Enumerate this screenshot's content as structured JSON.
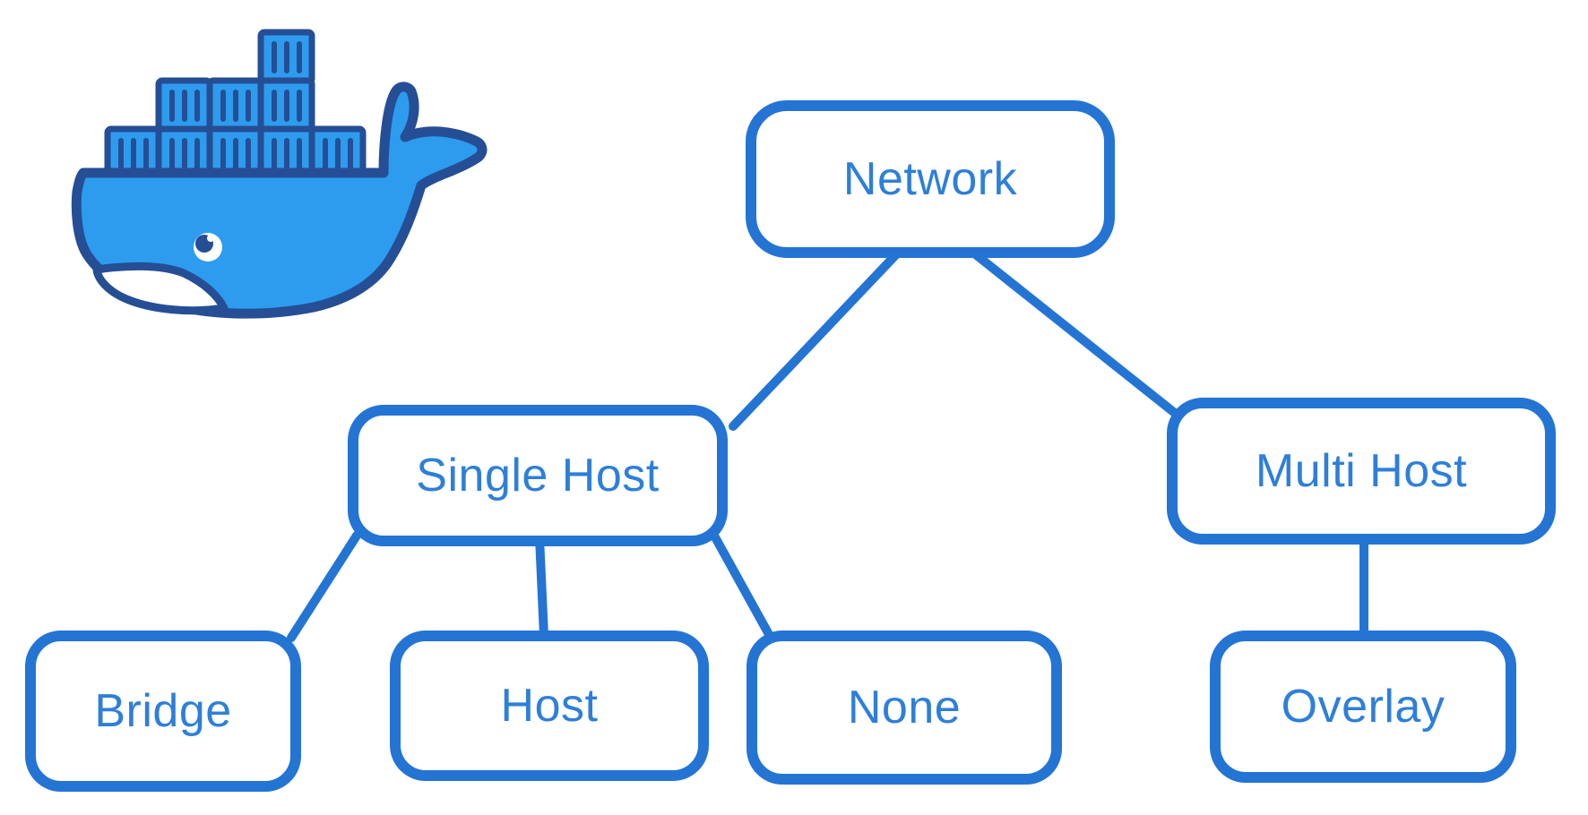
{
  "diagram": {
    "type": "tree",
    "topic": "Docker network drivers"
  },
  "logo": {
    "icon": "docker-whale-icon",
    "container_count": 9
  },
  "nodes": {
    "network": {
      "label": "Network"
    },
    "single_host": {
      "label": "Single Host"
    },
    "multi_host": {
      "label": "Multi Host"
    },
    "bridge": {
      "label": "Bridge"
    },
    "host": {
      "label": "Host"
    },
    "none": {
      "label": "None"
    },
    "overlay": {
      "label": "Overlay"
    }
  },
  "edges": [
    {
      "from": "network",
      "to": "single_host"
    },
    {
      "from": "network",
      "to": "multi_host"
    },
    {
      "from": "single_host",
      "to": "bridge"
    },
    {
      "from": "single_host",
      "to": "host"
    },
    {
      "from": "single_host",
      "to": "none"
    },
    {
      "from": "multi_host",
      "to": "overlay"
    }
  ],
  "colors": {
    "background": "#ffffff",
    "node_border": "#2474d4",
    "node_text": "#2e7fd9",
    "connector": "#2474d4",
    "whale_body": "#2d9cee",
    "whale_outline": "#254e95",
    "whale_chin": "#ffffff"
  }
}
